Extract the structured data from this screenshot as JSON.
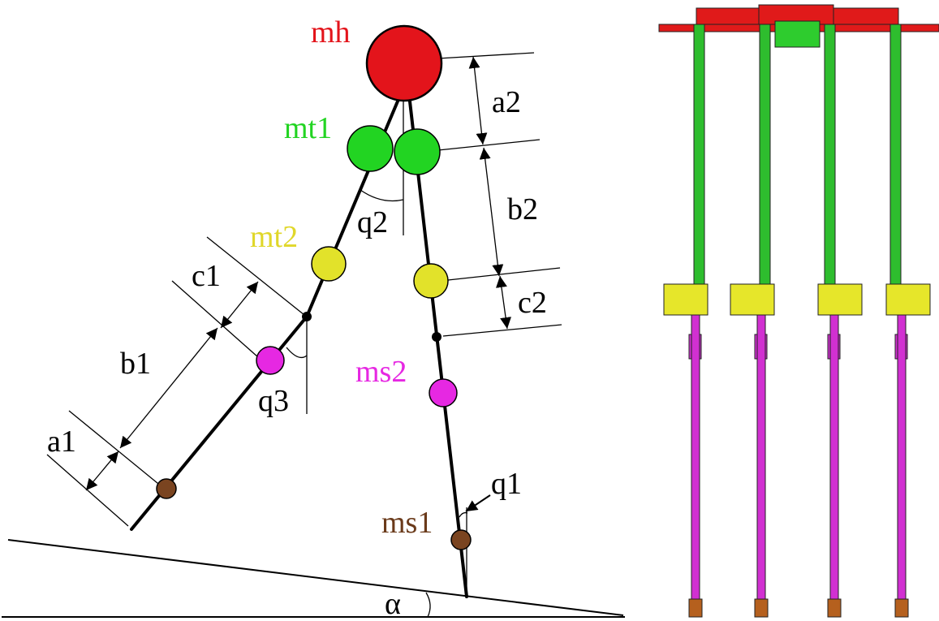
{
  "labels": {
    "mh": "mh",
    "mt1": "mt1",
    "mt2": "mt2",
    "ms2": "ms2",
    "ms1": "ms1",
    "a1": "a1",
    "b1": "b1",
    "c1": "c1",
    "a2": "a2",
    "b2": "b2",
    "c2": "c2",
    "q1": "q1",
    "q2": "q2",
    "q3": "q3",
    "alpha": "α"
  },
  "colors": {
    "hip_mass": "#e3141b",
    "thigh_mass_upper": "#22d422",
    "thigh_mass_lower": "#e2e22a",
    "shank_mass_upper": "#e628e2",
    "shank_mass_lower": "#7a4420",
    "robot_hip_frame": "#e01a1a",
    "robot_thigh_rod": "#2ebd2e",
    "robot_knee_bracket": "#e6e62a",
    "robot_shank_rod": "#d130d1",
    "robot_foot": "#b5601e"
  }
}
